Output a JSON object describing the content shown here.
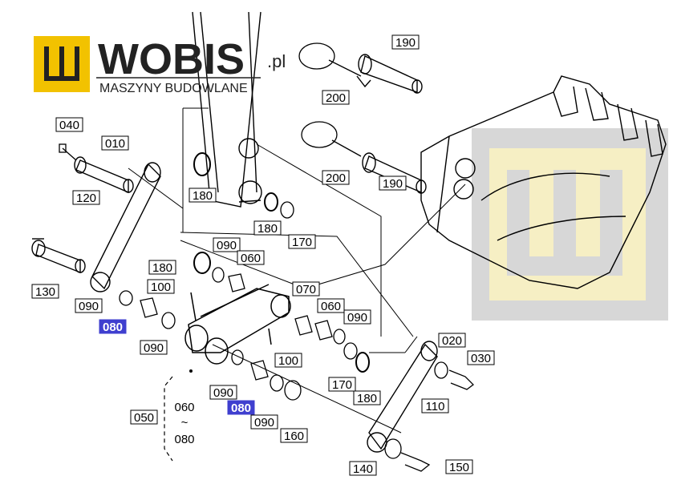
{
  "brand": {
    "name": "WOBIS",
    "tld": ".pl",
    "tagline": "MASZYNY BUDOWLANE",
    "colors": {
      "yellow": "#f2c200",
      "watermark": "#f6efc4",
      "watermark_gray": "#d4d4d4",
      "highlight": "#3f3fcf"
    }
  },
  "parts": [
    {
      "id": "p-190a",
      "number": "190",
      "highlighted": false
    },
    {
      "id": "p-200a",
      "number": "200",
      "highlighted": false
    },
    {
      "id": "p-040",
      "number": "040",
      "highlighted": false
    },
    {
      "id": "p-010",
      "number": "010",
      "highlighted": false
    },
    {
      "id": "p-180a",
      "number": "180",
      "highlighted": false
    },
    {
      "id": "p-200b",
      "number": "200",
      "highlighted": false
    },
    {
      "id": "p-190b",
      "number": "190",
      "highlighted": false
    },
    {
      "id": "p-120",
      "number": "120",
      "highlighted": false
    },
    {
      "id": "p-180b",
      "number": "180",
      "highlighted": false
    },
    {
      "id": "p-170a",
      "number": "170",
      "highlighted": false
    },
    {
      "id": "p-090a",
      "number": "090",
      "highlighted": false
    },
    {
      "id": "p-180c",
      "number": "180",
      "highlighted": false
    },
    {
      "id": "p-060a",
      "number": "060",
      "highlighted": false
    },
    {
      "id": "p-130",
      "number": "130",
      "highlighted": false
    },
    {
      "id": "p-100a",
      "number": "100",
      "highlighted": false
    },
    {
      "id": "p-070",
      "number": "070",
      "highlighted": false
    },
    {
      "id": "p-090b",
      "number": "090",
      "highlighted": false
    },
    {
      "id": "p-060b",
      "number": "060",
      "highlighted": false
    },
    {
      "id": "p-090c",
      "number": "090",
      "highlighted": false
    },
    {
      "id": "p-080a",
      "number": "080",
      "highlighted": true
    },
    {
      "id": "p-090d",
      "number": "090",
      "highlighted": false
    },
    {
      "id": "p-100b",
      "number": "100",
      "highlighted": false
    },
    {
      "id": "p-020",
      "number": "020",
      "highlighted": false
    },
    {
      "id": "p-030",
      "number": "030",
      "highlighted": false
    },
    {
      "id": "p-170b",
      "number": "170",
      "highlighted": false
    },
    {
      "id": "p-180d",
      "number": "180",
      "highlighted": false
    },
    {
      "id": "p-090e",
      "number": "090",
      "highlighted": false
    },
    {
      "id": "p-110",
      "number": "110",
      "highlighted": false
    },
    {
      "id": "p-080b",
      "number": "080",
      "highlighted": true
    },
    {
      "id": "p-090f",
      "number": "090",
      "highlighted": false
    },
    {
      "id": "p-050",
      "number": "050",
      "highlighted": false
    },
    {
      "id": "p-160",
      "number": "160",
      "highlighted": false
    },
    {
      "id": "p-140",
      "number": "140",
      "highlighted": false
    },
    {
      "id": "p-150",
      "number": "150",
      "highlighted": false
    }
  ],
  "kit_range": {
    "from": "060",
    "sep": "~",
    "to": "080"
  }
}
